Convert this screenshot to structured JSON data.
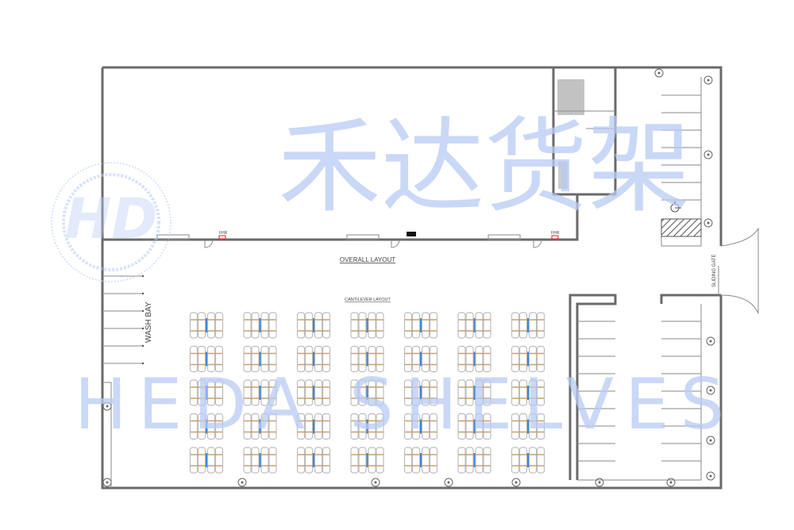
{
  "plan": {
    "title": "OVERALL LAYOUT",
    "subtitle": "CANTILEVER LAYOUT",
    "wash_bay_label": "WASH BAY",
    "gate_label": "SLIDING GATE",
    "hydrant_labels": [
      "FHR",
      "FHR"
    ],
    "cantilever_columns": 7,
    "cantilever_rows": 5,
    "colors": {
      "wall": "#6a6a6a",
      "rack": "#3a86d8",
      "arm": "#c8a070",
      "car": "#bdbdbd",
      "hydrant": "#d22"
    }
  },
  "watermark": {
    "chinese": "禾达货架",
    "english": "HEDA SHELVES",
    "logo_text": "HD",
    "color": "#b9cbf5"
  }
}
